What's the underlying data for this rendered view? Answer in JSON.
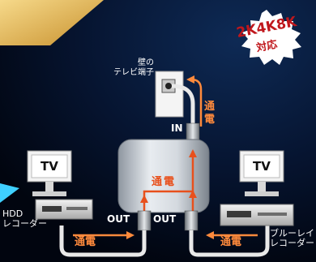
{
  "badge": {
    "line1": "2K4K8K",
    "line2": "対応"
  },
  "wall": {
    "label_line1": "壁の",
    "label_line2": "テレビ端子"
  },
  "tv_left": {
    "label": "TV"
  },
  "tv_right": {
    "label": "TV"
  },
  "left_device": {
    "line1": "HDD",
    "line2": "レコーダー"
  },
  "right_device": {
    "line1": "ブルーレイ",
    "line2": "レコーダー"
  },
  "ports": {
    "in": "IN",
    "out_left": "OUT",
    "out_right": "OUT"
  },
  "power": {
    "top": "通\n電",
    "center": "通電",
    "bottom_left": "通電",
    "bottom_right": "通電"
  },
  "colors": {
    "arrow": "#ff8a3c",
    "arrow_inner": "#e8501c",
    "badge_text": "#c0171c",
    "background": "#000000"
  }
}
